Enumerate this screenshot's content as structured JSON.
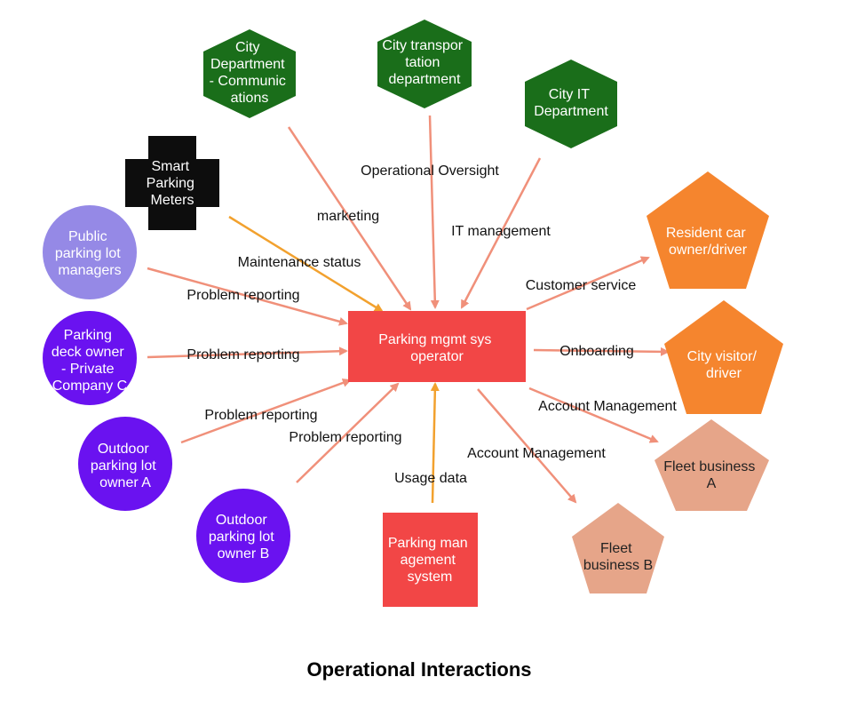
{
  "title": "Operational Interactions",
  "colors": {
    "edge_salmon": "#f0907a",
    "edge_orange": "#f2a12e",
    "city_green": "#1a6e1a",
    "black": "#0d0d0d",
    "lavender": "#9589e6",
    "violet": "#6a12f0",
    "red": "#f24646",
    "orange": "#f5852e",
    "peach": "#e6a589"
  },
  "nodes": {
    "center": {
      "lines": [
        "Parking mgmt sys",
        "operator"
      ]
    },
    "city_comm": {
      "lines": [
        "City",
        "Department",
        "- Communic",
        "ations"
      ]
    },
    "city_transport": {
      "lines": [
        "City transpor",
        "tation",
        "department"
      ]
    },
    "city_it": {
      "lines": [
        "City IT",
        "Department"
      ]
    },
    "smart_meters": {
      "lines": [
        "Smart",
        "Parking",
        "Meters"
      ]
    },
    "public_lot": {
      "lines": [
        "Public",
        "parking lot",
        "managers"
      ]
    },
    "deck_owner": {
      "lines": [
        "Parking",
        "deck owner",
        "- Private",
        "Company C"
      ]
    },
    "outdoor_a": {
      "lines": [
        "Outdoor",
        "parking lot",
        "owner A"
      ]
    },
    "outdoor_b": {
      "lines": [
        "Outdoor",
        "parking lot",
        "owner B"
      ]
    },
    "pms": {
      "lines": [
        "Parking man",
        "agement",
        "system"
      ]
    },
    "resident": {
      "lines": [
        "Resident car",
        "owner/driver"
      ]
    },
    "visitor": {
      "lines": [
        "City visitor/",
        "driver"
      ]
    },
    "fleet_a": {
      "lines": [
        "Fleet business",
        "A"
      ]
    },
    "fleet_b": {
      "lines": [
        "Fleet",
        "business B"
      ]
    }
  },
  "edges": {
    "marketing": "marketing",
    "oversight": "Operational Oversight",
    "it_mgmt": "IT management",
    "maintenance": "Maintenance status",
    "problem1": "Problem reporting",
    "problem2": "Problem reporting",
    "problem3": "Problem reporting",
    "problem4": "Problem reporting",
    "customer_service": "Customer service",
    "onboarding": "Onboarding",
    "account1": "Account Management",
    "account2": "Account Management",
    "usage": "Usage data"
  }
}
